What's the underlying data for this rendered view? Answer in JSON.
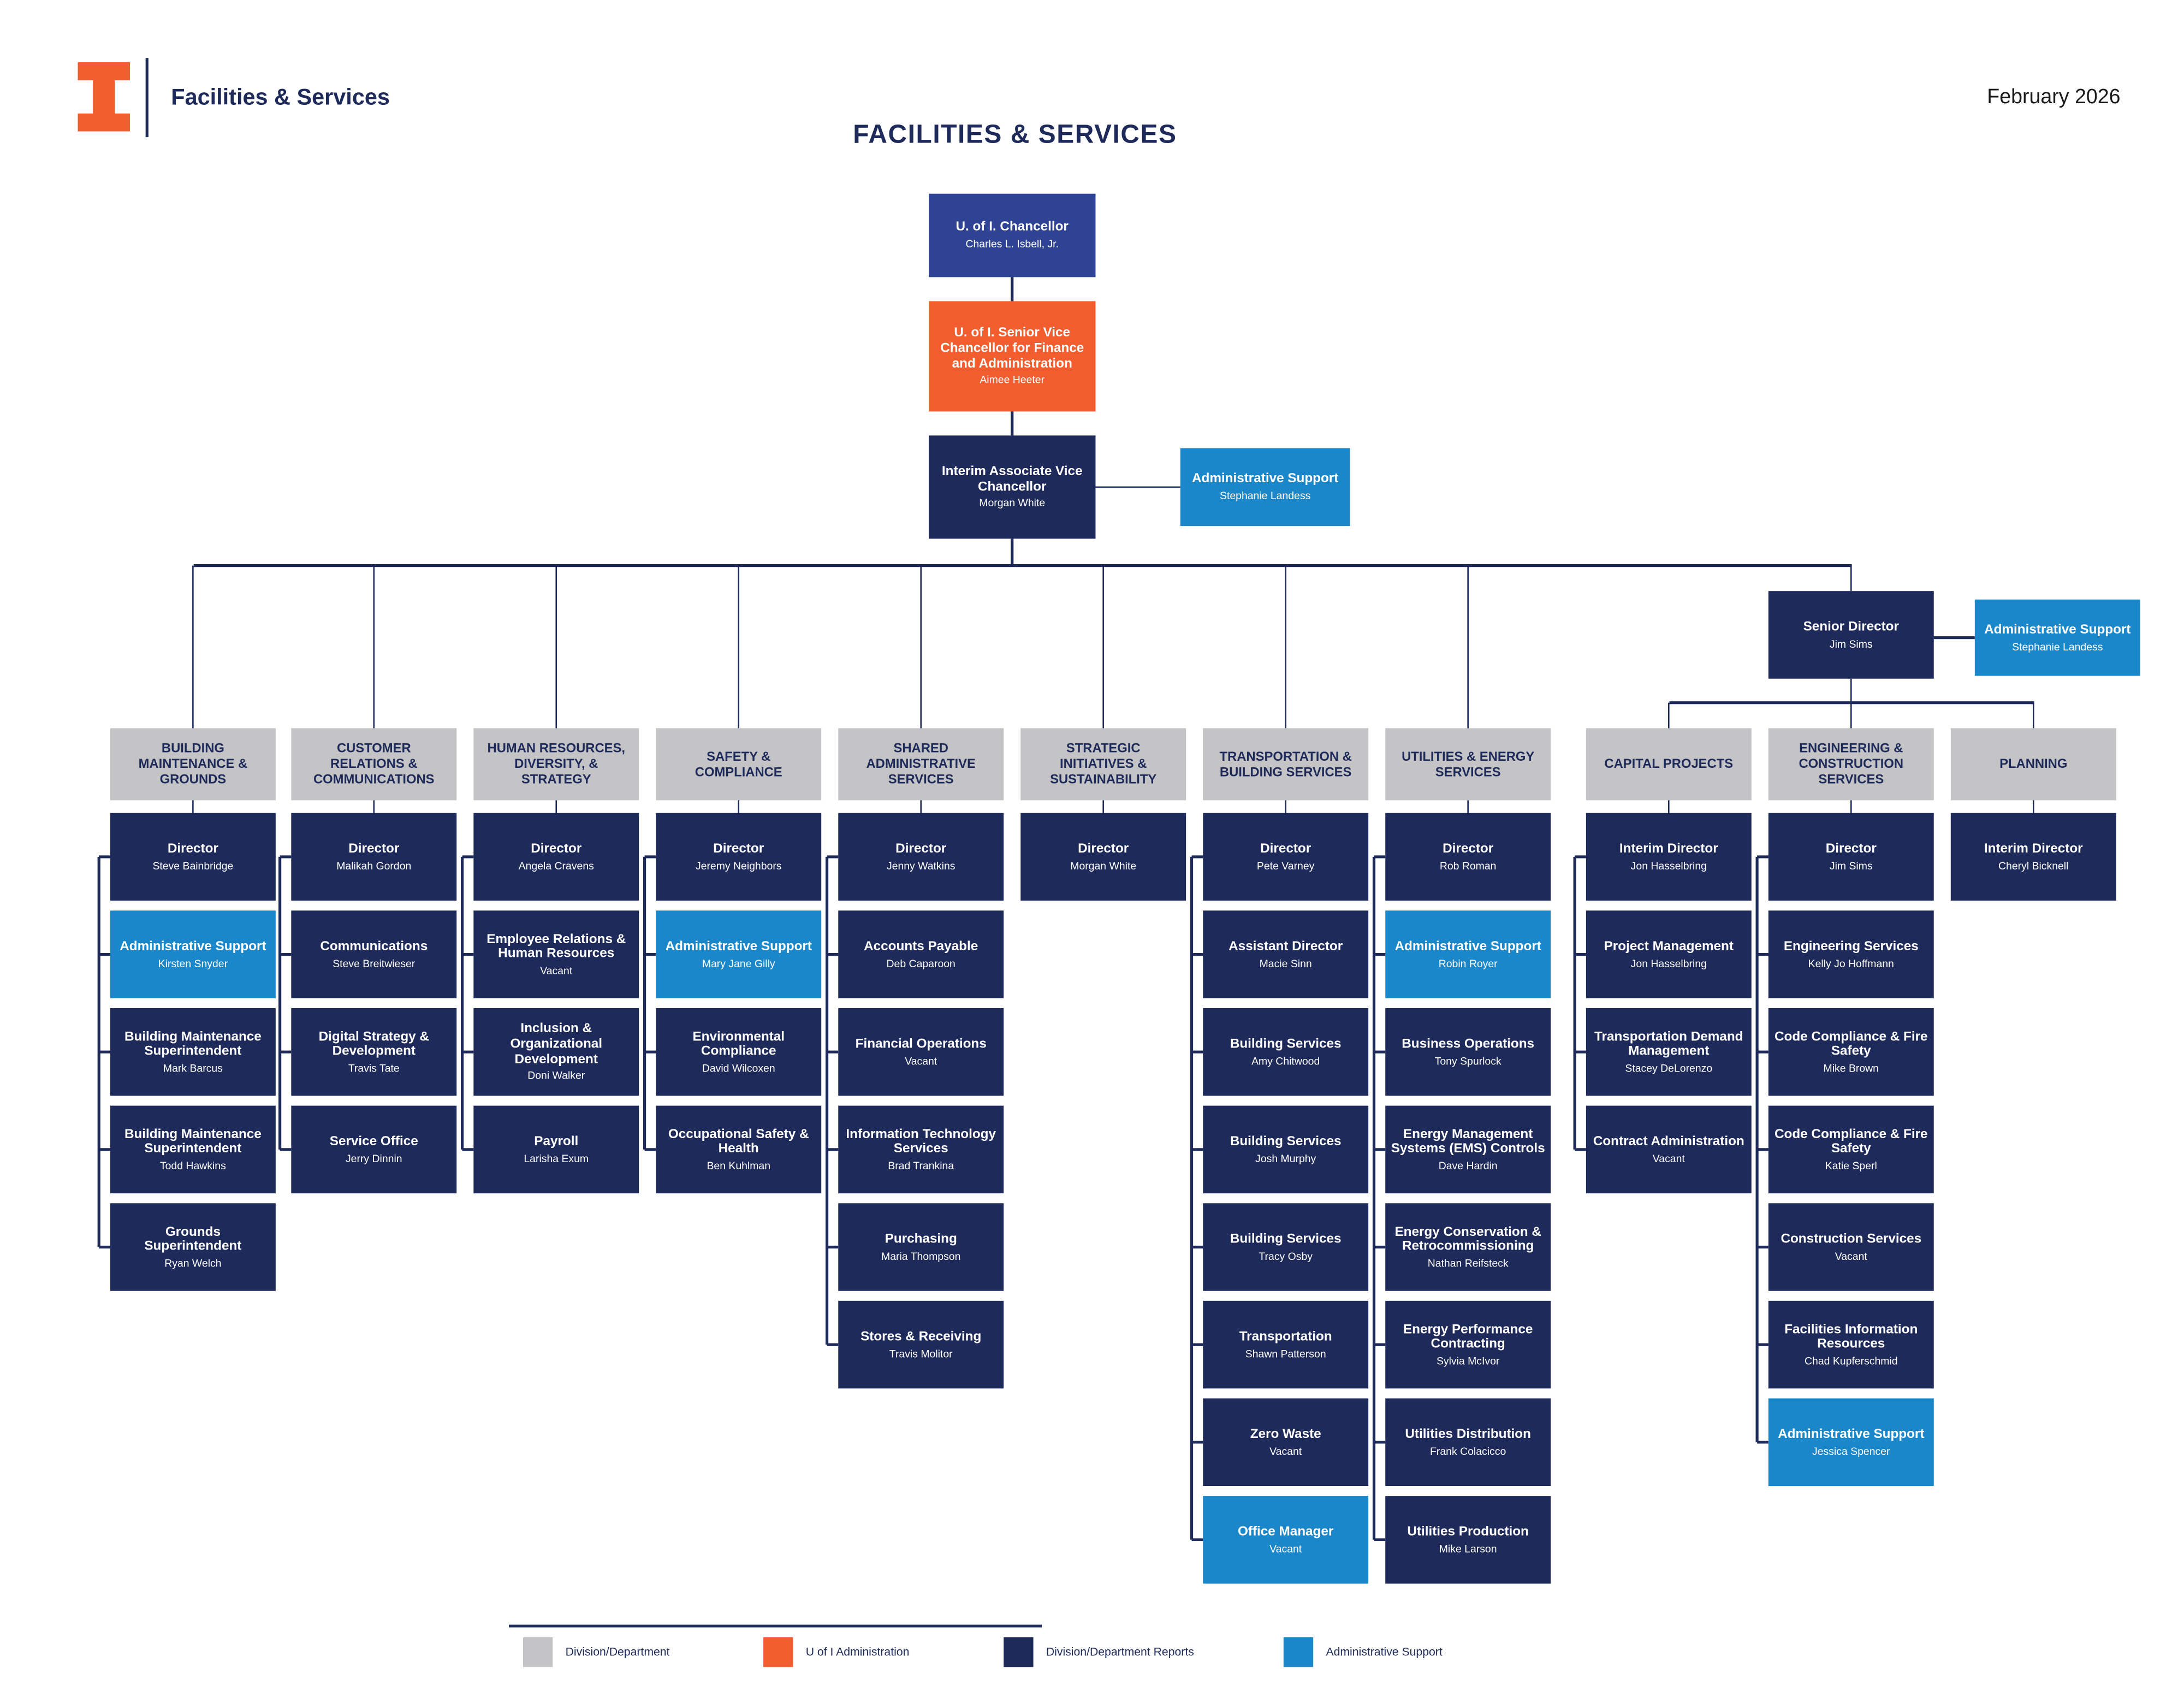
{
  "header": {
    "brand": "Facilities & Services",
    "date": "February 2026",
    "title": "FACILITIES & SERVICES"
  },
  "colors": {
    "navy": "#1e2a5a",
    "royal": "#2e4393",
    "orange": "#f15d2e",
    "blue": "#1a87ca",
    "gray": "#c4c4c6"
  },
  "top_chain": [
    {
      "title": "U. of I. Chancellor",
      "name": "Charles L. Isbell, Jr.",
      "type": "royal"
    },
    {
      "title": "U. of I. Senior Vice Chancellor for Finance and Administration",
      "name": "Aimee Heeter",
      "type": "orange"
    },
    {
      "title": "Interim Associate Vice Chancellor",
      "name": "Morgan White",
      "type": "navy"
    }
  ],
  "avc_support": {
    "title": "Administrative Support",
    "name": "Stephanie Landess",
    "type": "blue"
  },
  "senior_director": {
    "title": "Senior Director",
    "name": "Jim Sims",
    "type": "navy"
  },
  "senior_support": {
    "title": "Administrative Support",
    "name": "Stephanie Landess",
    "type": "blue"
  },
  "divisions": [
    {
      "header": "BUILDING MAINTENANCE & GROUNDS",
      "boxes": [
        {
          "title": "Director",
          "name": "Steve Bainbridge",
          "type": "navy"
        },
        {
          "title": "Administrative Support",
          "name": "Kirsten Snyder",
          "type": "blue"
        },
        {
          "title": "Building Maintenance Superintendent",
          "name": "Mark Barcus",
          "type": "navy"
        },
        {
          "title": "Building Maintenance Superintendent",
          "name": "Todd Hawkins",
          "type": "navy"
        },
        {
          "title": "Grounds Superintendent",
          "name": "Ryan Welch",
          "type": "navy"
        }
      ]
    },
    {
      "header": "CUSTOMER RELATIONS & COMMUNICATIONS",
      "boxes": [
        {
          "title": "Director",
          "name": "Malikah Gordon",
          "type": "navy"
        },
        {
          "title": "Communications",
          "name": "Steve Breitwieser",
          "type": "navy"
        },
        {
          "title": "Digital Strategy & Development",
          "name": "Travis Tate",
          "type": "navy"
        },
        {
          "title": "Service Office",
          "name": "Jerry Dinnin",
          "type": "navy"
        }
      ]
    },
    {
      "header": "HUMAN RESOURCES, DIVERSITY, & STRATEGY",
      "boxes": [
        {
          "title": "Director",
          "name": "Angela Cravens",
          "type": "navy"
        },
        {
          "title": "Employee Relations & Human Resources",
          "name": "Vacant",
          "type": "navy"
        },
        {
          "title": "Inclusion & Organizational Development",
          "name": "Doni Walker",
          "type": "navy"
        },
        {
          "title": "Payroll",
          "name": "Larisha Exum",
          "type": "navy"
        }
      ]
    },
    {
      "header": "SAFETY & COMPLIANCE",
      "boxes": [
        {
          "title": "Director",
          "name": "Jeremy Neighbors",
          "type": "navy"
        },
        {
          "title": "Administrative Support",
          "name": "Mary Jane Gilly",
          "type": "blue"
        },
        {
          "title": "Environmental Compliance",
          "name": "David Wilcoxen",
          "type": "navy"
        },
        {
          "title": "Occupational Safety & Health",
          "name": "Ben Kuhlman",
          "type": "navy"
        }
      ]
    },
    {
      "header": "SHARED ADMINISTRATIVE SERVICES",
      "boxes": [
        {
          "title": "Director",
          "name": "Jenny Watkins",
          "type": "navy"
        },
        {
          "title": "Accounts Payable",
          "name": "Deb Caparoon",
          "type": "navy"
        },
        {
          "title": "Financial Operations",
          "name": "Vacant",
          "type": "navy"
        },
        {
          "title": "Information Technology Services",
          "name": "Brad Trankina",
          "type": "navy"
        },
        {
          "title": "Purchasing",
          "name": "Maria Thompson",
          "type": "navy"
        },
        {
          "title": "Stores & Receiving",
          "name": "Travis Molitor",
          "type": "navy"
        }
      ]
    },
    {
      "header": "STRATEGIC INITIATIVES & SUSTAINABILITY",
      "boxes": [
        {
          "title": "Director",
          "name": "Morgan White",
          "type": "navy"
        }
      ]
    },
    {
      "header": "TRANSPORTATION & BUILDING SERVICES",
      "boxes": [
        {
          "title": "Director",
          "name": "Pete Varney",
          "type": "navy"
        },
        {
          "title": "Assistant Director",
          "name": "Macie Sinn",
          "type": "navy"
        },
        {
          "title": "Building Services",
          "name": "Amy Chitwood",
          "type": "navy"
        },
        {
          "title": "Building Services",
          "name": "Josh Murphy",
          "type": "navy"
        },
        {
          "title": "Building Services",
          "name": "Tracy Osby",
          "type": "navy"
        },
        {
          "title": "Transportation",
          "name": "Shawn Patterson",
          "type": "navy"
        },
        {
          "title": "Zero Waste",
          "name": "Vacant",
          "type": "navy"
        },
        {
          "title": "Office Manager",
          "name": "Vacant",
          "type": "blue"
        }
      ]
    },
    {
      "header": "UTILITIES & ENERGY SERVICES",
      "boxes": [
        {
          "title": "Director",
          "name": "Rob Roman",
          "type": "navy"
        },
        {
          "title": "Administrative Support",
          "name": "Robin Royer",
          "type": "blue"
        },
        {
          "title": "Business Operations",
          "name": "Tony Spurlock",
          "type": "navy"
        },
        {
          "title": "Energy Management Systems (EMS) Controls",
          "name": "Dave Hardin",
          "type": "navy"
        },
        {
          "title": "Energy Conservation & Retrocommissioning",
          "name": "Nathan Reifsteck",
          "type": "navy"
        },
        {
          "title": "Energy Performance Contracting",
          "name": "Sylvia McIvor",
          "type": "navy"
        },
        {
          "title": "Utilities Distribution",
          "name": "Frank Colacicco",
          "type": "navy"
        },
        {
          "title": "Utilities Production",
          "name": "Mike Larson",
          "type": "navy"
        }
      ]
    },
    {
      "header": "CAPITAL PROJECTS",
      "boxes": [
        {
          "title": "Interim Director",
          "name": "Jon Hasselbring",
          "type": "navy"
        },
        {
          "title": "Project Management",
          "name": "Jon Hasselbring",
          "type": "navy"
        },
        {
          "title": "Transportation Demand Management",
          "name": "Stacey DeLorenzo",
          "type": "navy"
        },
        {
          "title": "Contract Administration",
          "name": "Vacant",
          "type": "navy"
        }
      ]
    },
    {
      "header": "ENGINEERING & CONSTRUCTION SERVICES",
      "boxes": [
        {
          "title": "Director",
          "name": "Jim Sims",
          "type": "navy"
        },
        {
          "title": "Engineering Services",
          "name": "Kelly Jo Hoffmann",
          "type": "navy"
        },
        {
          "title": "Code Compliance & Fire Safety",
          "name": "Mike Brown",
          "type": "navy"
        },
        {
          "title": "Code Compliance & Fire Safety",
          "name": "Katie Sperl",
          "type": "navy"
        },
        {
          "title": "Construction Services",
          "name": "Vacant",
          "type": "navy"
        },
        {
          "title": "Facilities Information Resources",
          "name": "Chad Kupferschmid",
          "type": "navy"
        },
        {
          "title": "Administrative Support",
          "name": "Jessica Spencer",
          "type": "blue"
        }
      ]
    },
    {
      "header": "PLANNING",
      "boxes": [
        {
          "title": "Interim Director",
          "name": "Cheryl Bicknell",
          "type": "navy"
        }
      ]
    }
  ],
  "legend": [
    {
      "label": "Division/Department",
      "type": "gray"
    },
    {
      "label": "U of I Administration",
      "type": "orange"
    },
    {
      "label": "Division/Department Reports",
      "type": "navy"
    },
    {
      "label": "Administrative Support",
      "type": "blue"
    }
  ]
}
